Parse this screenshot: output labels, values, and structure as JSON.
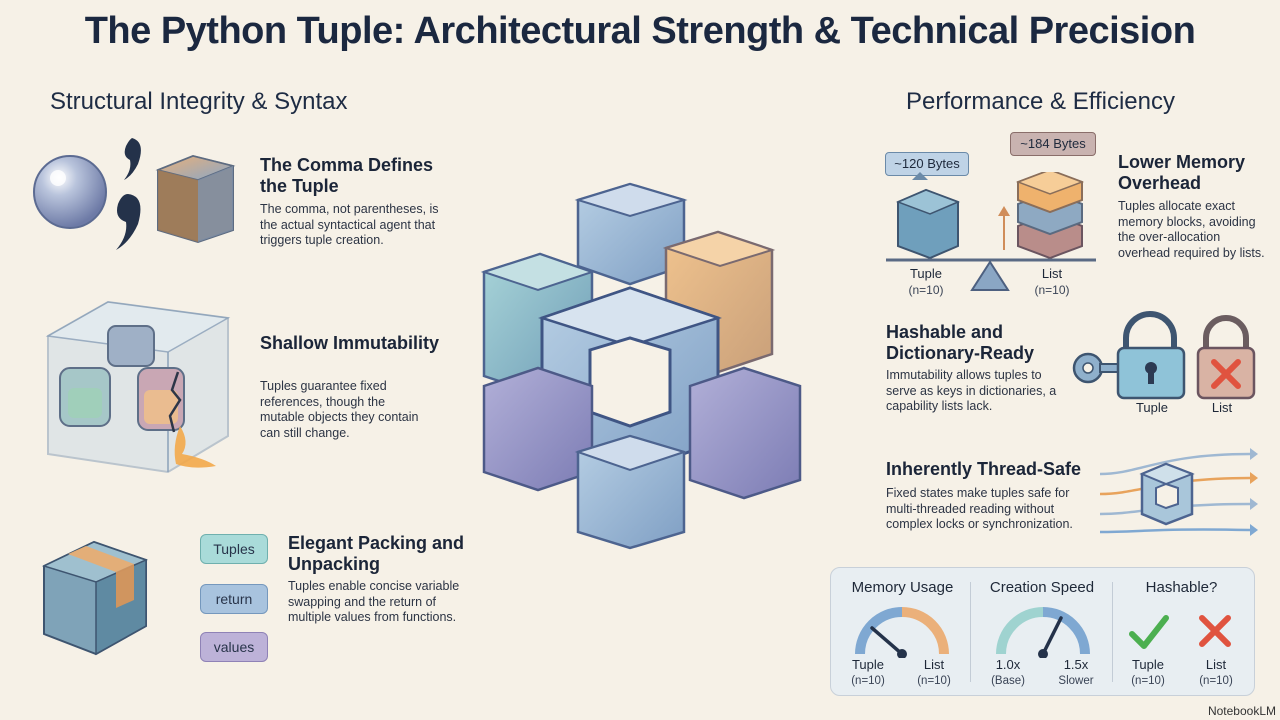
{
  "title": "The Python Tuple: Architectural Strength & Technical Precision",
  "left_section": {
    "title": "Structural Integrity & Syntax",
    "items": [
      {
        "heading": "The Comma Defines the Tuple",
        "body": "The comma, not parentheses, is the actual syntactical agent that triggers tuple creation."
      },
      {
        "heading": "Shallow Immutability",
        "body": "Tuples guarantee fixed references, though the mutable objects they contain can still change."
      },
      {
        "heading": "Elegant Packing and Unpacking",
        "body": "Tuples enable concise variable swapping and the return of multiple values from functions."
      }
    ],
    "pills": [
      "Tuples",
      "return",
      "values"
    ]
  },
  "right_section": {
    "title": "Performance & Efficiency",
    "memory": {
      "heading": "Lower Memory Overhead",
      "body": "Tuples allocate exact memory blocks, avoiding the over-allocation overhead required by lists.",
      "tuple_bytes": "~120 Bytes",
      "list_bytes": "~184 Bytes",
      "tuple_label": "Tuple",
      "tuple_n": "(n=10)",
      "list_label": "List",
      "list_n": "(n=10)"
    },
    "hashable": {
      "heading": "Hashable and Dictionary-Ready",
      "body": "Immutability allows tuples to serve as keys in dictionaries, a capability lists lack.",
      "tuple_label": "Tuple",
      "list_label": "List"
    },
    "thread": {
      "heading": "Inherently Thread-Safe",
      "body": "Fixed states make tuples safe for multi-threaded reading without complex locks or synchronization."
    }
  },
  "comparison_panel": {
    "memory": {
      "title": "Memory Usage",
      "left": "Tuple",
      "left_sub": "(n=10)",
      "right": "List",
      "right_sub": "(n=10)"
    },
    "speed": {
      "title": "Creation Speed",
      "left": "1.0x",
      "left_sub": "(Base)",
      "right": "1.5x",
      "right_sub": "Slower"
    },
    "hash": {
      "title": "Hashable?",
      "left": "Tuple",
      "left_sub": "(n=10)",
      "right": "List",
      "right_sub": "(n=10)"
    }
  },
  "watermark": "NotebookLM",
  "colors": {
    "accent_blue": "#6f9ec0",
    "accent_orange": "#e8a35c",
    "accent_purple": "#9387b8",
    "check_green": "#4caf50",
    "cross_red": "#e0533f"
  }
}
